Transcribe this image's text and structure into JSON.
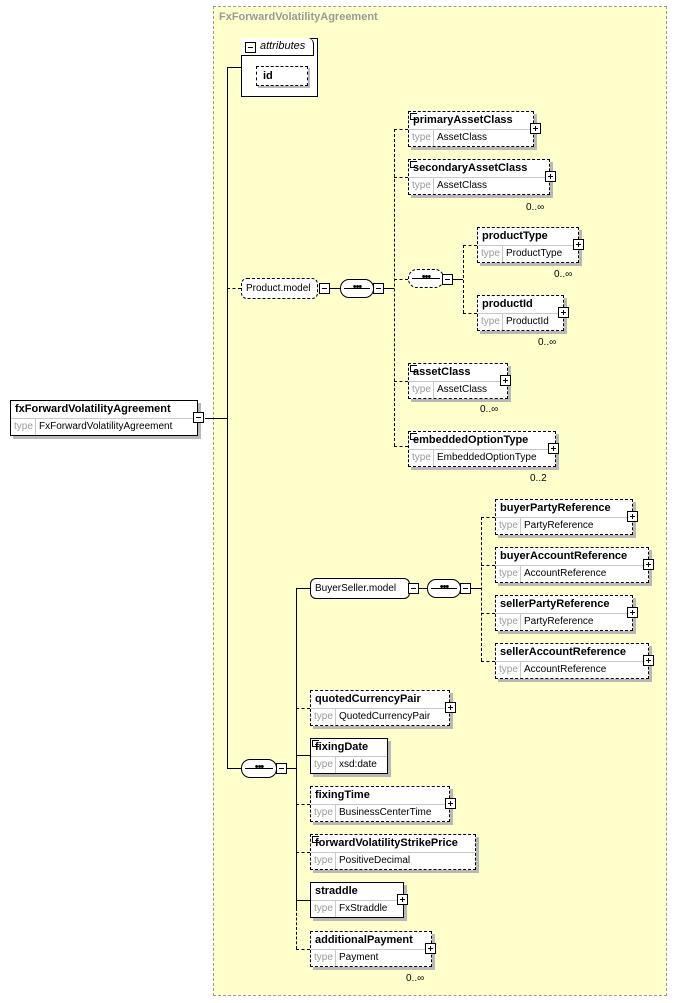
{
  "diagram": {
    "container_label": "FxForwardVolatilityAgreement",
    "root": {
      "name": "fxForwardVolatilityAgreement",
      "type_key": "type",
      "type": "FxForwardVolatilityAgreement"
    },
    "attributes": {
      "label": "attributes",
      "items": [
        "id"
      ]
    },
    "groups": {
      "product_model": "Product.model",
      "buyer_seller_model": "BuyerSeller.model"
    },
    "elements": {
      "primaryAssetClass": {
        "name": "primaryAssetClass",
        "type": "AssetClass"
      },
      "secondaryAssetClass": {
        "name": "secondaryAssetClass",
        "type": "AssetClass",
        "card": "0..∞"
      },
      "productType": {
        "name": "productType",
        "type": "ProductType",
        "card": "0..∞"
      },
      "productId": {
        "name": "productId",
        "type": "ProductId",
        "card": "0..∞"
      },
      "assetClass": {
        "name": "assetClass",
        "type": "AssetClass",
        "card": "0..∞"
      },
      "embeddedOptionType": {
        "name": "embeddedOptionType",
        "type": "EmbeddedOptionType",
        "card": "0..2"
      },
      "buyerPartyReference": {
        "name": "buyerPartyReference",
        "type": "PartyReference"
      },
      "buyerAccountReference": {
        "name": "buyerAccountReference",
        "type": "AccountReference"
      },
      "sellerPartyReference": {
        "name": "sellerPartyReference",
        "type": "PartyReference"
      },
      "sellerAccountReference": {
        "name": "sellerAccountReference",
        "type": "AccountReference"
      },
      "quotedCurrencyPair": {
        "name": "quotedCurrencyPair",
        "type": "QuotedCurrencyPair"
      },
      "fixingDate": {
        "name": "fixingDate",
        "type": "xsd:date"
      },
      "fixingTime": {
        "name": "fixingTime",
        "type": "BusinessCenterTime"
      },
      "forwardVolatilityStrikePrice": {
        "name": "forwardVolatilityStrikePrice",
        "type": "PositiveDecimal"
      },
      "straddle": {
        "name": "straddle",
        "type": "FxStraddle"
      },
      "additionalPayment": {
        "name": "additionalPayment",
        "type": "Payment",
        "card": "0..∞"
      }
    }
  }
}
